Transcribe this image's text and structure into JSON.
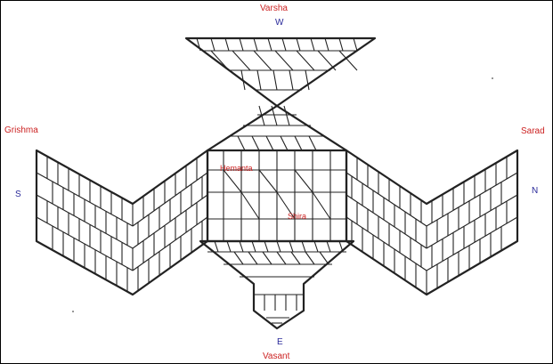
{
  "labels": {
    "top_season": "Varsha",
    "top_direction": "W",
    "left_season": "Grishma",
    "left_direction": "S",
    "right_season": "Sarad",
    "right_direction": "N",
    "bottom_direction": "E",
    "bottom_season": "Vasant",
    "inner_upper": "Hemanta",
    "inner_lower": "Shira"
  },
  "colors": {
    "season_label": "#cc2222",
    "direction_label": "#2a2a9a",
    "stroke": "#222222",
    "background": "#ffffff"
  }
}
